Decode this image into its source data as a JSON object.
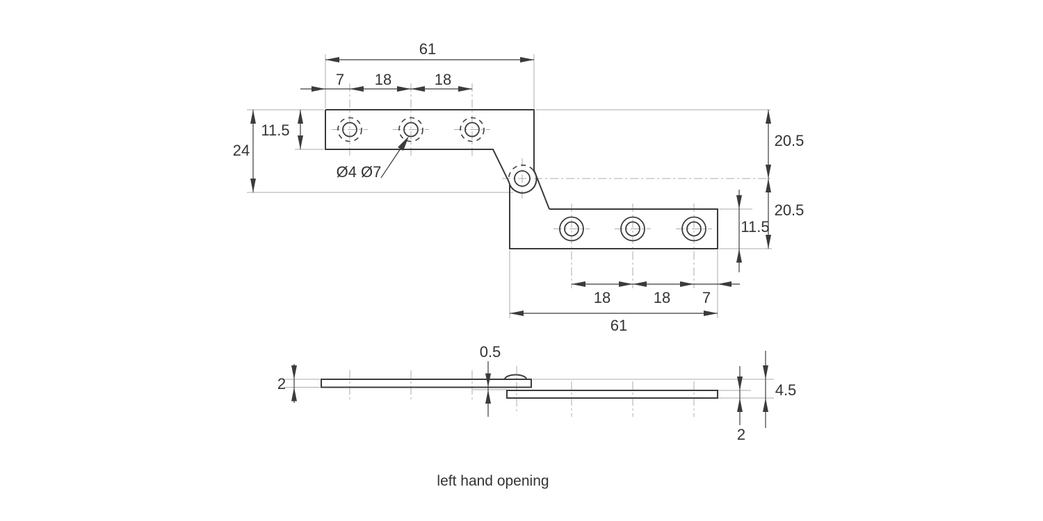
{
  "colors": {
    "line_dark": "#3b3b3b",
    "line_light": "#ababab",
    "text": "#333333",
    "background": "#ffffff"
  },
  "top_view": {
    "dimensions": {
      "overall_width_top": "61",
      "edge_to_first_hole_top": "7",
      "hole_pitch_top_a": "18",
      "hole_pitch_top_b": "18",
      "leaf_width_upper": "11.5",
      "overall_depth": "24",
      "hole_callout": "Ø4 Ø7",
      "leaf_offset_upper": "20.5",
      "leaf_offset_lower": "20.5",
      "leaf_width_lower": "11.5",
      "hole_pitch_bottom_a": "18",
      "hole_pitch_bottom_b": "18",
      "edge_to_first_hole_bottom": "7",
      "overall_width_bottom": "61"
    }
  },
  "side_view": {
    "dimensions": {
      "leaf_thickness_left": "2",
      "pivot_clearance": "0.5",
      "leaf_thickness_right": "2",
      "overall_thickness": "4.5"
    }
  },
  "caption": "left hand opening"
}
